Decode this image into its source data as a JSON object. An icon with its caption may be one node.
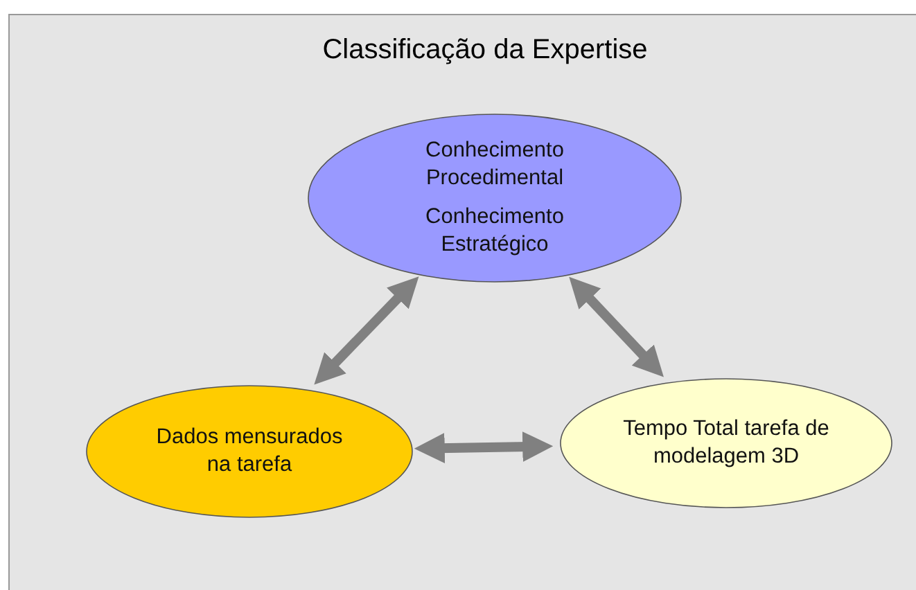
{
  "diagram": {
    "title": "Classificação da Expertise",
    "nodes": [
      {
        "text": [
          "Conhecimento Procedimental",
          "Conhecimento Estratégico"
        ]
      },
      {
        "text": [
          "Dados mensurados na tarefa"
        ]
      },
      {
        "text": [
          "Tempo Total tarefa de modelagem 3D"
        ]
      }
    ],
    "edges": [
      {
        "from": 0,
        "to": 1,
        "arrow": "both"
      },
      {
        "from": 0,
        "to": 2,
        "arrow": "both"
      },
      {
        "from": 1,
        "to": 2,
        "arrow": "both"
      }
    ]
  }
}
